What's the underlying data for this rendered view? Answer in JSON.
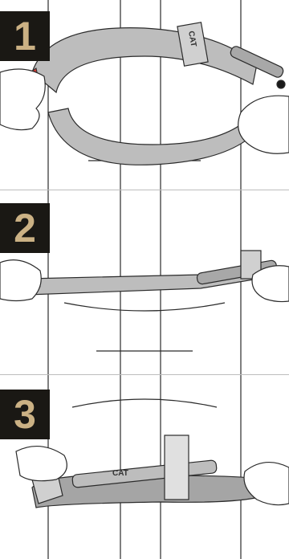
{
  "steps": [
    {
      "number": "1",
      "brand_label": "CAT"
    },
    {
      "number": "2",
      "brand_label": ""
    },
    {
      "number": "3",
      "brand_label": "CAT"
    }
  ],
  "colors": {
    "badge_background": "#1a1814",
    "badge_text": "#cbb184",
    "strap": "#bdbdbd",
    "strap_dark": "#9a9a9a",
    "tip": "#d23a32",
    "line_art": "#2b2b2b"
  },
  "icons": [
    "tourniquet-illustration",
    "hands-illustration",
    "jacket-illustration"
  ]
}
